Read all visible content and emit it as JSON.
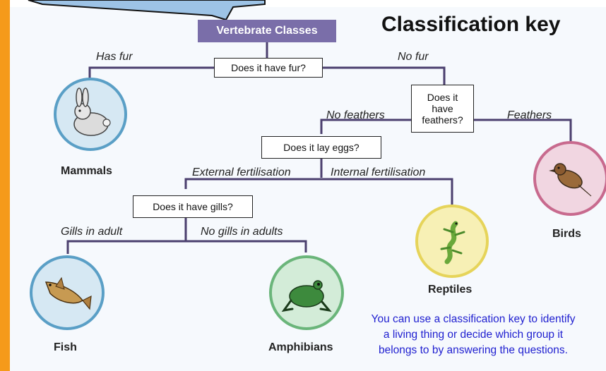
{
  "title": "Classification key",
  "root": "Vertebrate Classes",
  "questions": {
    "fur": "Does it have fur?",
    "feathers": "Does it have feathers?",
    "eggs": "Does it lay eggs?",
    "gills": "Does it have gills?"
  },
  "branches": {
    "has_fur": "Has fur",
    "no_fur": "No fur",
    "no_feathers": "No feathers",
    "feathers": "Feathers",
    "external": "External fertilisation",
    "internal": "Internal fertilisation",
    "gills_adult": "Gills in adult",
    "no_gills": "No gills in adults"
  },
  "groups": {
    "mammals": "Mammals",
    "birds": "Birds",
    "reptiles": "Reptiles",
    "fish": "Fish",
    "amphibians": "Amphibians"
  },
  "note": {
    "line1": "You can use a classification key to identify",
    "line2": "a living thing or decide which group it",
    "line3": "belongs to by answering the questions."
  },
  "colors": {
    "accent_purple": "#7a6ea9",
    "line": "#4b3f6e",
    "mammals": "#5a9fc6",
    "birds": "#c86a8e",
    "reptiles": "#e6d45a",
    "fish": "#5a9fc6",
    "amphibians": "#6ab57a",
    "note_text": "#1f1fd0",
    "side_bar": "#f59a1a"
  }
}
